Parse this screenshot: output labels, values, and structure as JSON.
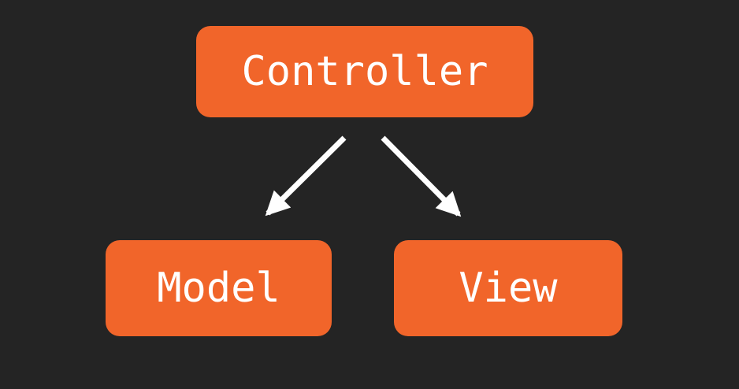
{
  "diagram": {
    "type": "flowchart",
    "nodes": [
      {
        "id": "controller",
        "label": "Controller"
      },
      {
        "id": "model",
        "label": "Model"
      },
      {
        "id": "view",
        "label": "View"
      }
    ],
    "edges": [
      {
        "from": "controller",
        "to": "model",
        "direction": "down-left",
        "style": "solid-arrow"
      },
      {
        "from": "controller",
        "to": "view",
        "direction": "down-right",
        "style": "solid-arrow"
      }
    ],
    "colors": {
      "background": "#242424",
      "node_fill": "#F1652A",
      "node_text": "#FFFFFF",
      "arrow": "#FFFFFF"
    }
  }
}
